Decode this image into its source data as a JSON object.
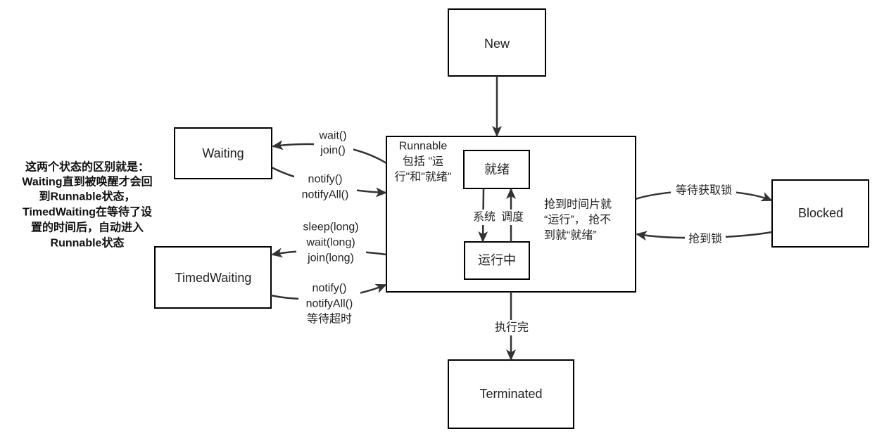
{
  "nodes": {
    "new": {
      "label": "New"
    },
    "runnable": {
      "lines": [
        "Runnable",
        "包括 \"运",
        "行\"和\"就绪\""
      ]
    },
    "ready": {
      "label": "就绪"
    },
    "running": {
      "label": "运行中"
    },
    "waiting": {
      "label": "Waiting"
    },
    "timed_waiting": {
      "label": "TimedWaiting"
    },
    "blocked": {
      "label": "Blocked"
    },
    "terminated": {
      "label": "Terminated"
    }
  },
  "edges": {
    "to_waiting": [
      "wait()",
      "join()"
    ],
    "from_waiting": [
      "notify()",
      "notifyAll()"
    ],
    "to_timed_waiting": [
      "sleep(long)",
      "wait(long)",
      "join(long)"
    ],
    "from_timed_waiting": [
      "notify()",
      "notifyAll()",
      "等待超时"
    ],
    "to_blocked": "等待获取锁",
    "from_blocked": "抢到锁",
    "to_terminated": "执行完",
    "ready_to_running": "系统",
    "running_to_ready": "调度"
  },
  "notes": {
    "scheduling": [
      "抢到时间片就",
      "“运行”， 抢不",
      "到就“就绪”"
    ],
    "waiting_difference": [
      "这两个状态的区别就是：",
      "Waiting直到被唤醒才会回",
      "到Runnable状态，",
      "TimedWaiting在等待了设",
      "置的时间后，自动进入",
      "Runnable状态"
    ]
  },
  "colors": {
    "line": "#333333",
    "border": "#000000",
    "background": "#ffffff"
  }
}
